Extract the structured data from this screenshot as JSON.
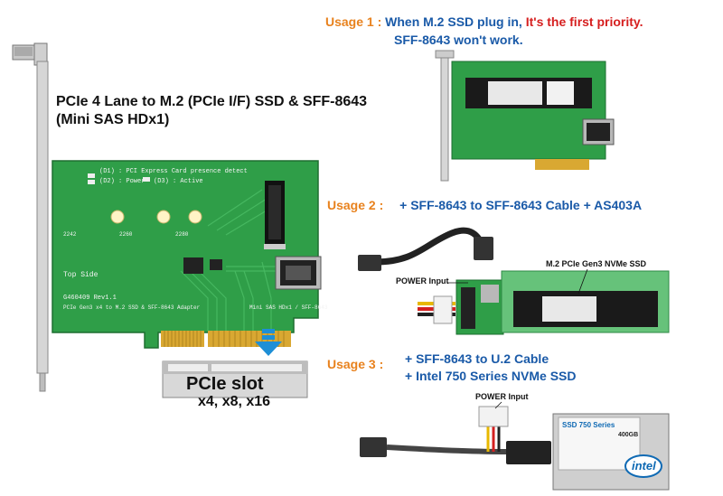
{
  "title": {
    "line1": "PCIe 4 Lane to M.2 (PCIe I/F) SSD & SFF-8643",
    "line2": "(Mini SAS HDx1)"
  },
  "usage1": {
    "label": "Usage 1 :",
    "text_a": "When M.2 SSD plug in,",
    "text_red": "It's the first priority.",
    "text_b": "SFF-8643 won't work."
  },
  "usage2": {
    "label": "Usage 2 :",
    "text": "+ SFF-8643 to SFF-8643 Cable + AS403A",
    "power_label": "POWER Input",
    "ssd_label": "M.2 PCIe Gen3 NVMe SSD"
  },
  "usage3": {
    "label": "Usage 3 :",
    "line1": "+ SFF-8643 to U.2 Cable",
    "line2": "+ Intel 750 Series NVMe SSD",
    "power_label": "POWER Input"
  },
  "board": {
    "led1": "(D1) : PCI Express Card presence detect",
    "led2": "(D2) : Power",
    "led3": "(D3) : Active",
    "top_side": "Top Side",
    "model": "G460409  Rev1.1",
    "desc": "PCIe Gen3 x4 to M.2 SSD & SFF-8643 Adapter",
    "sas_label": "Mini SAS HDx1 / SFF-8643",
    "m2_sizes": [
      "2242",
      "2260",
      "2280"
    ]
  },
  "slot": {
    "title": "PCIe slot",
    "sub": "x4, x8, x16"
  },
  "ssd": {
    "brand": "intel",
    "series": "SSD 750 Series",
    "capacity": "400GB"
  },
  "colors": {
    "pcb_green": "#2f9e48",
    "usage_orange": "#e8821e",
    "usage_blue": "#1a5aa8",
    "priority_red": "#d61f1f",
    "arrow_blue": "#1e8fd6"
  }
}
